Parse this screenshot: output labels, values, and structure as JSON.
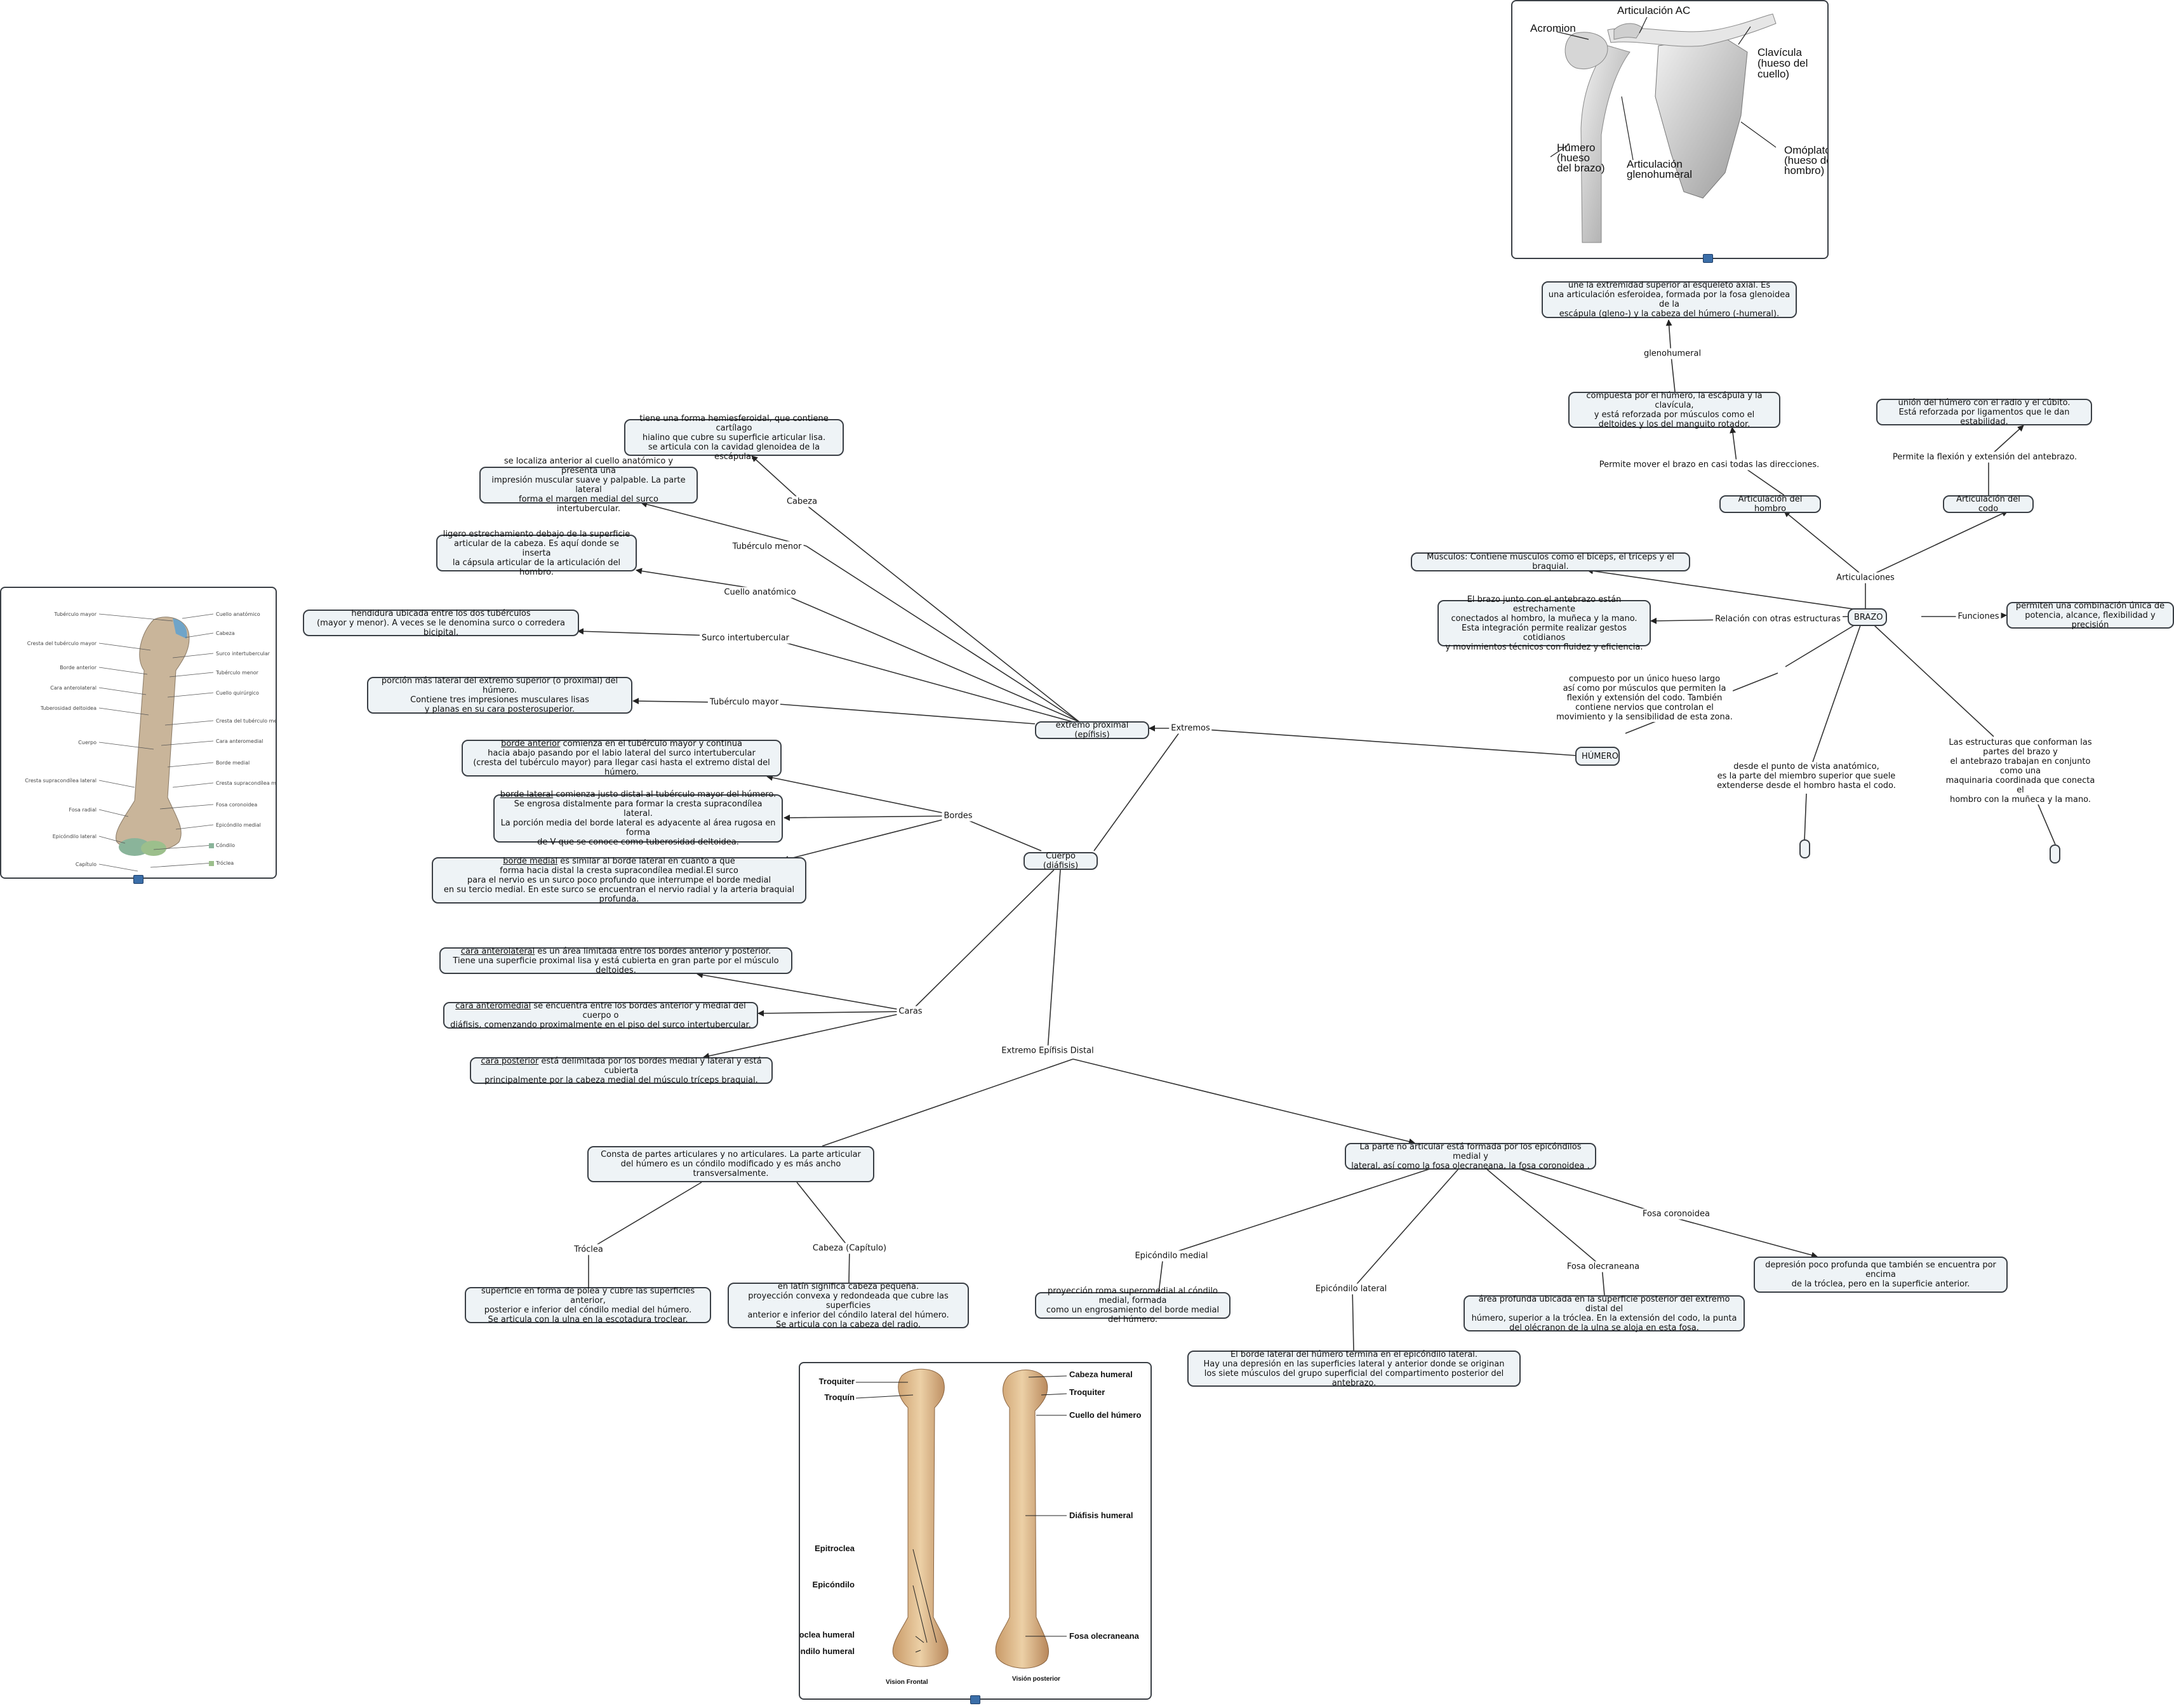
{
  "nodes": {
    "brazo": "BRAZO",
    "humero": "HÚMERO",
    "funciones_text": "permiten una combinación única de\npotencia, alcance, flexibilidad y precisión",
    "relacion_text": "El brazo junto con el antebrazo están estrechamente\nconectados al hombro, la muñeca y la mano.\nEsta integración permite realizar gestos cotidianos\ny movimientos técnicos con fluidez y eficiencia.",
    "musculos": "Músculos: Contiene músculos como el bíceps, el tríceps y el braquial.",
    "art_hombro": "Articulación del hombro",
    "art_codo": "Articulación del codo",
    "hombro_desc": "compuesta por el húmero, la escápula y la clavícula,\ny está reforzada por músculos como el\ndeltoides y los del manguito rotador.",
    "glenohumeral_desc": "une la extremidad superior al esqueleto axial. Es\nuna articulación esferoidea, formada por la fosa glenoidea de la\nescápula (gleno-) y la cabeza del húmero (-humeral).",
    "codo_desc": "unión del húmero con el radio y el cúbito.\nEstá reforzada por ligamentos que le dan estabilidad.",
    "humero_free": "compuesto por un único hueso largo\nasí como por músculos que permiten la\nflexión y extensión del codo. También\ncontiene nervios que controlan el\nmovimiento y la sensibilidad de esta zona.",
    "anatomico_free": "desde el punto de vista anatómico,\nes la parte del miembro superior que suele\nextenderse desde el hombro hasta el codo.",
    "estructuras_free": "Las estructuras que conforman las partes del brazo y\nel antebrazo trabajan en conjunto como una\nmaquinaria coordinada que conecta el\nhombro con la muñeca y la mano.",
    "extremo_proximal": "extremo proximal (epífisis)",
    "cuerpo": "Cuerpo (diáfisis)",
    "cabeza_desc": "tiene una forma hemiesferoidal, que contiene cartílago\nhialino que cubre su superficie articular lisa.\nse articula con la cavidad glenoidea de la escápula.",
    "tub_menor_desc": "se localiza anterior al cuello anatómico y presenta una\nimpresión muscular suave y palpable. La parte lateral\nforma el margen medial del surco intertubercular.",
    "cuello_desc": "ligero estrechamiento debajo de la superficie\narticular de la cabeza. Es aquí donde se inserta\nla cápsula articular de la articulación del hombro.",
    "surco_desc": "hendidura ubicada entre los dos tubérculos\n(mayor y menor). A veces se le denomina surco o corredera bicipital.",
    "tub_mayor_desc": "porción más lateral del extremo superior (o proximal) del húmero.\nContiene tres impresiones musculares lisas\ny planas en su cara posterosuperior.",
    "borde_anterior_u": "borde anterior",
    "borde_anterior_rest": " comienza en el tubérculo mayor y continua\nhacia abajo pasando por el labio lateral del surco intertubercular\n(cresta del tubérculo mayor) para llegar casi hasta el extremo distal del húmero.",
    "borde_lateral_u": "borde lateral",
    "borde_lateral_rest": " comienza justo distal al tubérculo mayor del húmero.\nSe engrosa distalmente para formar la cresta supracondílea lateral.\nLa porción media del borde lateral es adyacente al área rugosa en forma\nde V que se conoce como tuberosidad deltoidea.",
    "borde_medial_u": "borde medial",
    "borde_medial_rest": " es similar al borde lateral en cuanto a que\nforma hacia distal la cresta supracondílea medial.El surco\npara el nervio es un surco poco profundo que interrumpe el borde medial\nen su tercio medial. En este surco se encuentran el nervio radial y la arteria braquial profunda.",
    "cara_antlat_u": "cara anterolateral",
    "cara_antlat_rest": " es un área limitada entre los bordes anterior y posterior.\nTiene una superficie proximal lisa y está cubierta en gran parte por el músculo deltoides.",
    "cara_antmed_u": "cara anteromedial",
    "cara_antmed_rest": " se encuentra entre los bordes anterior y medial del cuerpo o\ndiáfisis, comenzando proximalmente en el piso del surco intertubercular.",
    "cara_post_u": "cara posterior",
    "cara_post_rest": " está delimitada por los bordes medial y lateral y está cubierta\nprincipalmente por la cabeza medial del músculo tríceps braquial.",
    "distal_art": "Consta de partes articulares y no articulares. La parte articular\ndel húmero es un cóndilo modificado y es más ancho transversalmente.",
    "distal_noart": "La parte no articular está formada por los epicóndilos medial y\nlateral, así como la fosa olecraneana, la fosa coronoidea .",
    "troclea_desc": "superficie en forma de polea y cubre las superficies anterior,\nposterior e inferior del cóndilo medial del húmero.\nSe articula con la ulna en la escotadura troclear.",
    "cabeza_cap_desc": "en latín significa cabeza pequeña.\nproyección convexa y redondeada que cubre las superficies\nanterior e inferior del cóndilo lateral del húmero.\nSe articula con la cabeza del radio.",
    "epi_medial_desc": "proyección roma superomedial al cóndilo medial, formada\ncomo un engrosamiento del borde medial del húmero.",
    "epi_lateral_desc": "El borde lateral del húmero termina en el epicóndilo lateral.\nHay una depresión en las superficies lateral y anterior donde se originan\nlos siete músculos del grupo superficial del compartimento posterior del antebrazo.",
    "fosa_olec_desc": "área profunda ubicada en la superficie posterior del extremo distal del\nhúmero, superior a la tróclea. En la extensión del codo, la punta\ndel olécranon de la ulna se aloja en esta fosa.",
    "fosa_cor_desc": "depresión poco profunda que también se encuentra por encima\nde la tróclea, pero en la superficie anterior."
  },
  "links": {
    "articulaciones": "Articulaciones",
    "funciones": "Funciones",
    "relacion": "Relación con otras estructuras",
    "permite_mover": "Permite mover el brazo en casi todas las direcciones.",
    "glenohumeral": "glenohumeral",
    "permite_flexion": "Permite la flexión y extensión del antebrazo.",
    "extremos": "Extremos",
    "cabeza": "Cabeza",
    "tub_menor": "Tubérculo menor",
    "cuello": "Cuello anatómico",
    "surco": "Surco intertubercular",
    "tub_mayor": "Tubérculo mayor",
    "bordes": "Bordes",
    "caras": "Caras",
    "distal": "Extremo Epífisis Distal",
    "troclea": "Tróclea",
    "cabeza_cap": "Cabeza (Capítulo)",
    "epi_medial": "Epicóndilo medial",
    "epi_lateral": "Epicóndilo lateral",
    "fosa_olec": "Fosa olecraneana",
    "fosa_cor": "Fosa coronoidea"
  },
  "shoulder_image": {
    "acromion": "Acromion",
    "art_ac": "Articulación AC",
    "clavicula": [
      "Clavícula",
      "(hueso del",
      "cuello)"
    ],
    "humero": [
      "Húmero",
      "(hueso",
      "del brazo)"
    ],
    "glenohumeral": [
      "Articulación",
      "glenohumeral"
    ],
    "omoplato": [
      "Omóplato",
      "(hueso del",
      "hombro)"
    ]
  },
  "bone_image": {
    "left": [
      "Troquiter",
      "Troquín",
      "Epitroclea",
      "Epicóndilo",
      "Troclea humeral",
      "Cóndilo humeral"
    ],
    "right": [
      "Cabeza humeral",
      "Troquiter",
      "Cuello del húmero",
      "Diáfisis humeral",
      "Fosa olecraneana"
    ],
    "caption_front": "Vision Frontal",
    "caption_back": "Visión posterior"
  },
  "humerus_small": {
    "left": [
      "Tubérculo mayor",
      "Cresta del tubérculo mayor",
      "Borde anterior",
      "Cara anterolateral",
      "Tuberosidad deltoidea",
      "Cuerpo",
      "Cresta supracondílea lateral",
      "Fosa radial",
      "Epicóndilo lateral",
      "Capítulo"
    ],
    "right": [
      "Cuello anatómico",
      "Cabeza",
      "Surco intertubercular",
      "Tubérculo menor",
      "Cuello quirúrgico",
      "Cresta del tubérculo menor",
      "Cara anteromedial",
      "Borde medial",
      "Cresta supracondílea medial",
      "Fosa coronoidea",
      "Epicóndilo medial",
      "Cóndilo",
      "Tróclea"
    ]
  },
  "colors": {
    "node_bg": "#eef3f6",
    "border": "#3a3f45",
    "line": "#333333",
    "bone": "#d9b48a"
  }
}
